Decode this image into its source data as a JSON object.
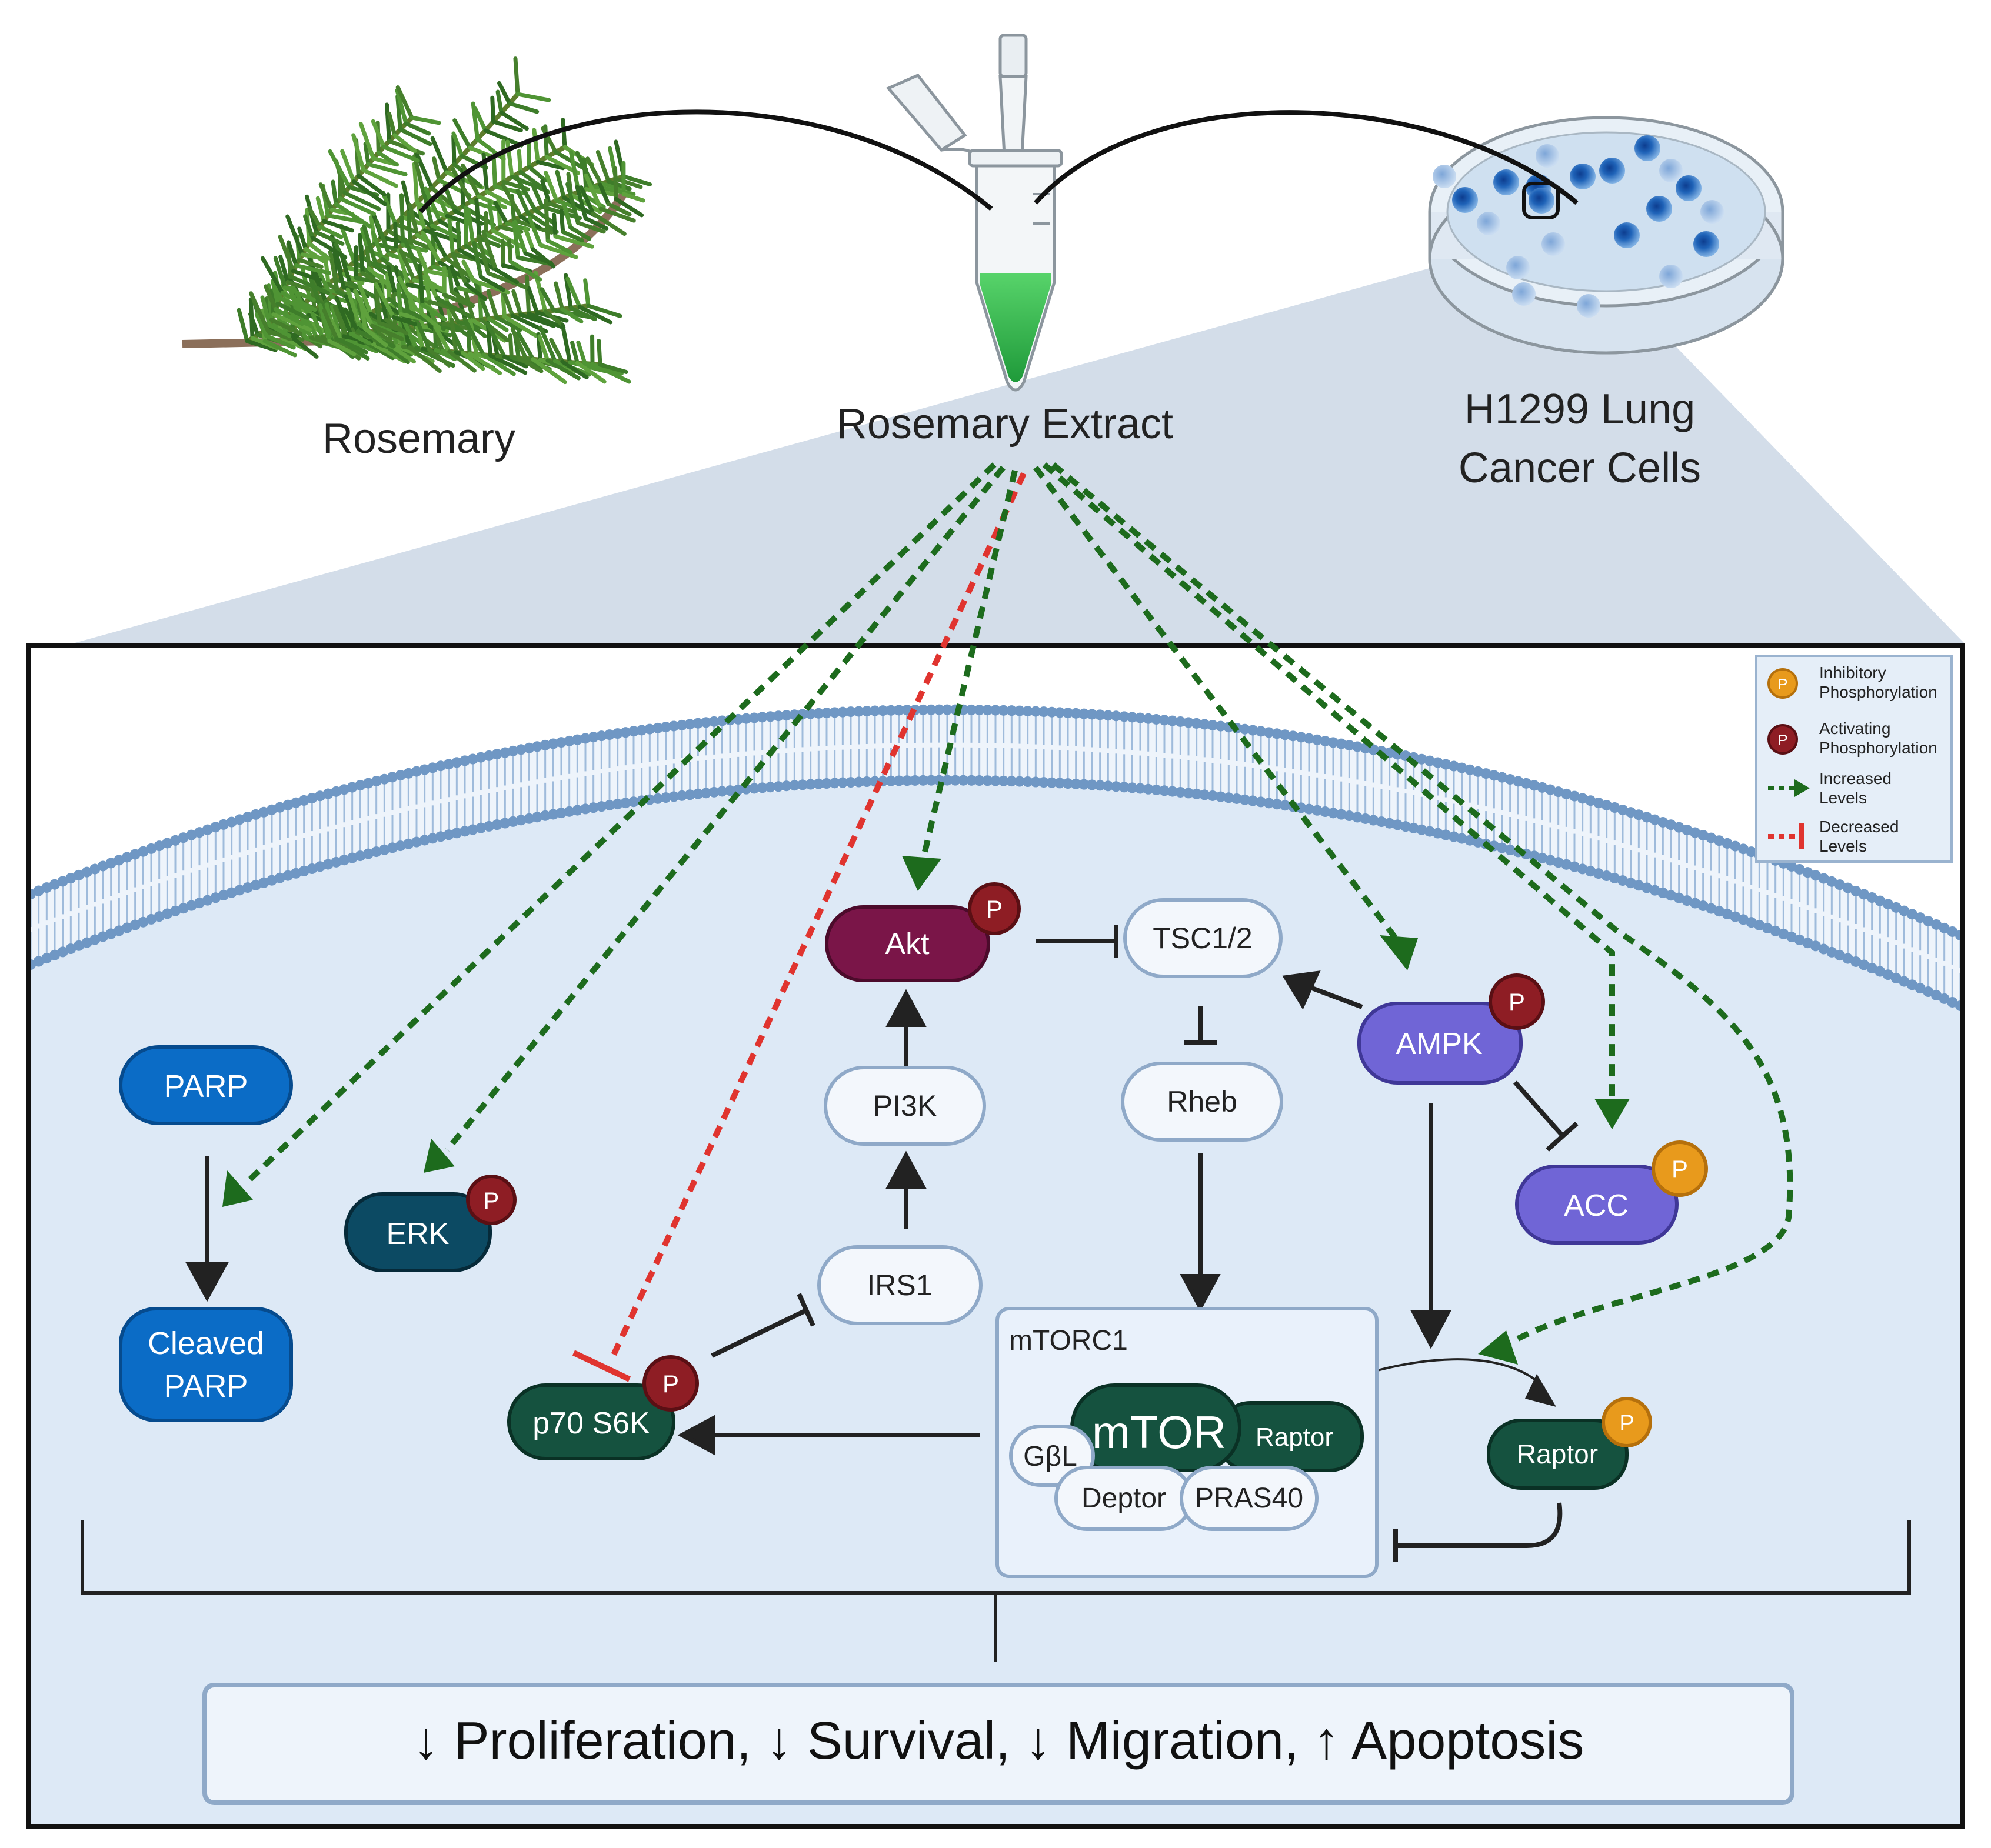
{
  "top": {
    "rosemary_label": "Rosemary",
    "extract_label": "Rosemary Extract",
    "cells_label_line1": "H1299 Lung",
    "cells_label_line2": "Cancer Cells"
  },
  "legend": {
    "inhibitory_line1": "Inhibitory",
    "inhibitory_line2": "Phosphorylation",
    "activating_line1": "Activating",
    "activating_line2": "Phosphorylation",
    "increased_line1": "Increased",
    "increased_line2": "Levels",
    "decreased_line1": "Decreased",
    "decreased_line2": "Levels",
    "p": "P"
  },
  "nodes": {
    "parp": "PARP",
    "cleaved_parp_line1": "Cleaved",
    "cleaved_parp_line2": "PARP",
    "erk": "ERK",
    "akt": "Akt",
    "pi3k": "PI3K",
    "irs1": "IRS1",
    "tsc": "TSC1/2",
    "rheb": "Rheb",
    "ampk": "AMPK",
    "acc": "ACC",
    "p70": "p70 S6K",
    "raptor_free": "Raptor",
    "p": "P"
  },
  "mtorc1": {
    "title": "mTORC1",
    "mtor": "mTOR",
    "raptor": "Raptor",
    "gbl": "GβL",
    "deptor": "Deptor",
    "pras40": "PRAS40"
  },
  "outcome": "↓ Proliferation, ↓ Survival, ↓ Migration, ↑ Apoptosis",
  "colors": {
    "akt": "#7a1548",
    "erk": "#0c4a63",
    "parp": "#0b6cc6",
    "ampk": "#7065d6",
    "mtor": "#15523f",
    "phospho_activating": "#8e1d24",
    "phospho_inhibitory": "#e89a1c",
    "increase": "#1d6b1d",
    "decrease": "#e0342f"
  }
}
